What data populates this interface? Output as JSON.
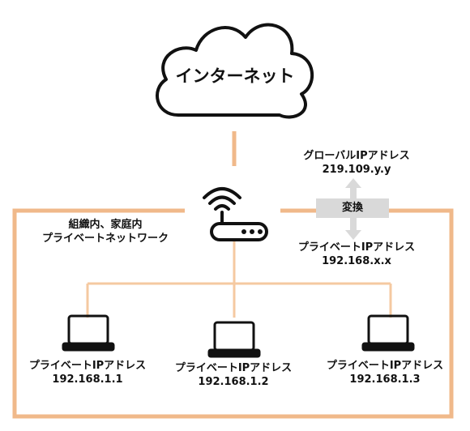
{
  "cloud": {
    "label": "インターネット"
  },
  "global": {
    "title": "グローバルIPアドレス",
    "ip": "219.109.y.y"
  },
  "conversion": {
    "label": "変換"
  },
  "router_private": {
    "title": "プライベートIPアドレス",
    "ip": "192.168.x.x"
  },
  "lan": {
    "line1": "組織内、家庭内",
    "line2": "プライベートネットワーク"
  },
  "pcs": [
    {
      "title": "プライベートIPアドレス",
      "ip": "192.168.1.1"
    },
    {
      "title": "プライベートIPアドレス",
      "ip": "192.168.1.2"
    },
    {
      "title": "プライベートIPアドレス",
      "ip": "192.168.1.3"
    }
  ],
  "colors": {
    "lan_border": "#f0b98a",
    "link_line": "#f5c9a1",
    "convert_box": "#d9d9d9"
  }
}
